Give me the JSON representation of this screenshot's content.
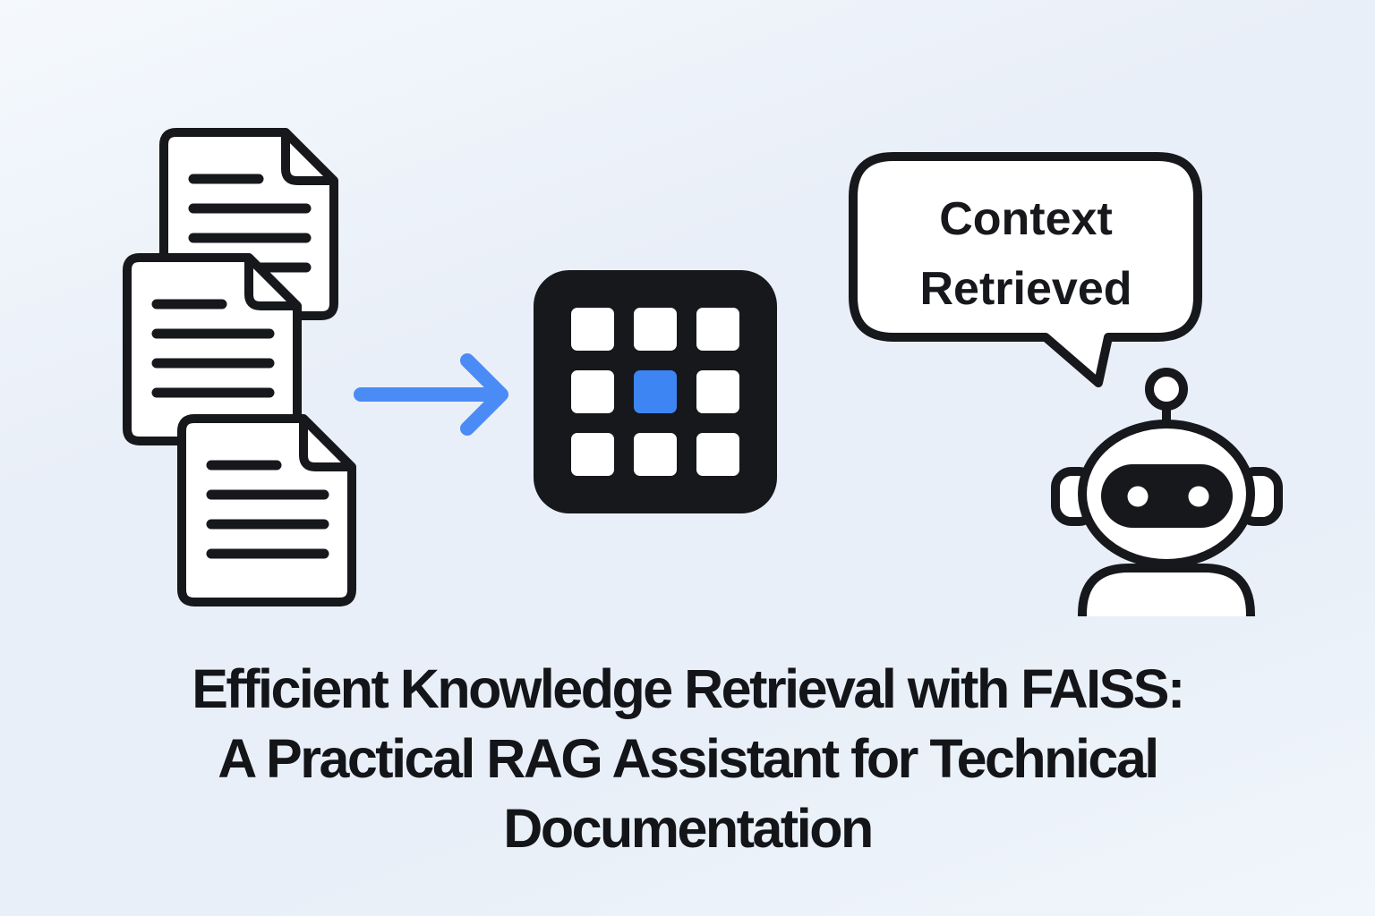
{
  "colors": {
    "background": "#ebf1f9",
    "ink": "#17181c",
    "arrow_blue": "#4b8bf5",
    "grid_center_blue": "#3d85f2",
    "surface_white": "#ffffff",
    "title_text": "#141519"
  },
  "illustration": {
    "documents": {
      "icon": "document-stack-icon",
      "count": 3,
      "lines_per_document": 4
    },
    "arrow": {
      "icon": "flow-arrow-icon",
      "direction": "right"
    },
    "vector_index": {
      "icon": "vector-grid-icon",
      "grid": "3x3",
      "highlighted_cell": "center"
    },
    "speech_bubble": {
      "icon": "speech-bubble-icon",
      "line1": "Context",
      "line2": "Retrieved"
    },
    "robot": {
      "icon": "robot-icon"
    }
  },
  "title": {
    "text": "Efficient Knowledge Retrieval with FAISS:\nA Practical RAG Assistant for Technical\nDocumentation"
  }
}
